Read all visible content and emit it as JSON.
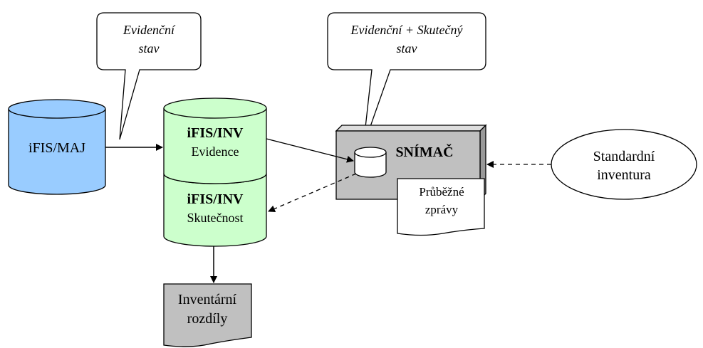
{
  "colors": {
    "blue_cylinder": "#99ccff",
    "green_cylinder": "#ccffcc",
    "device_gray": "#c0c0c0",
    "report_gray": "#c0c0c0",
    "stroke": "#000000"
  },
  "callouts": {
    "left": {
      "line1": "Evidenční",
      "line2": "stav"
    },
    "right": {
      "line1": "Evidenční + Skutečný",
      "line2": "stav"
    }
  },
  "databases": {
    "maj": {
      "label": "iFIS/MAJ"
    },
    "inv_evidence": {
      "title": "iFIS/INV",
      "subtitle": "Evidence"
    },
    "inv_actual": {
      "title": "iFIS/INV",
      "subtitle": "Skutečnost"
    }
  },
  "scanner": {
    "label": "SNÍMAČ"
  },
  "documents": {
    "progress_reports": {
      "line1": "Průběžné",
      "line2": "zprávy"
    },
    "inventory_differences": {
      "line1": "Inventární",
      "line2": "rozdíly"
    }
  },
  "standard_inventory": {
    "line1": "Standardní",
    "line2": "inventura"
  },
  "icons": [
    "callout-bubble",
    "database-cylinder",
    "document-shape",
    "arrow"
  ]
}
